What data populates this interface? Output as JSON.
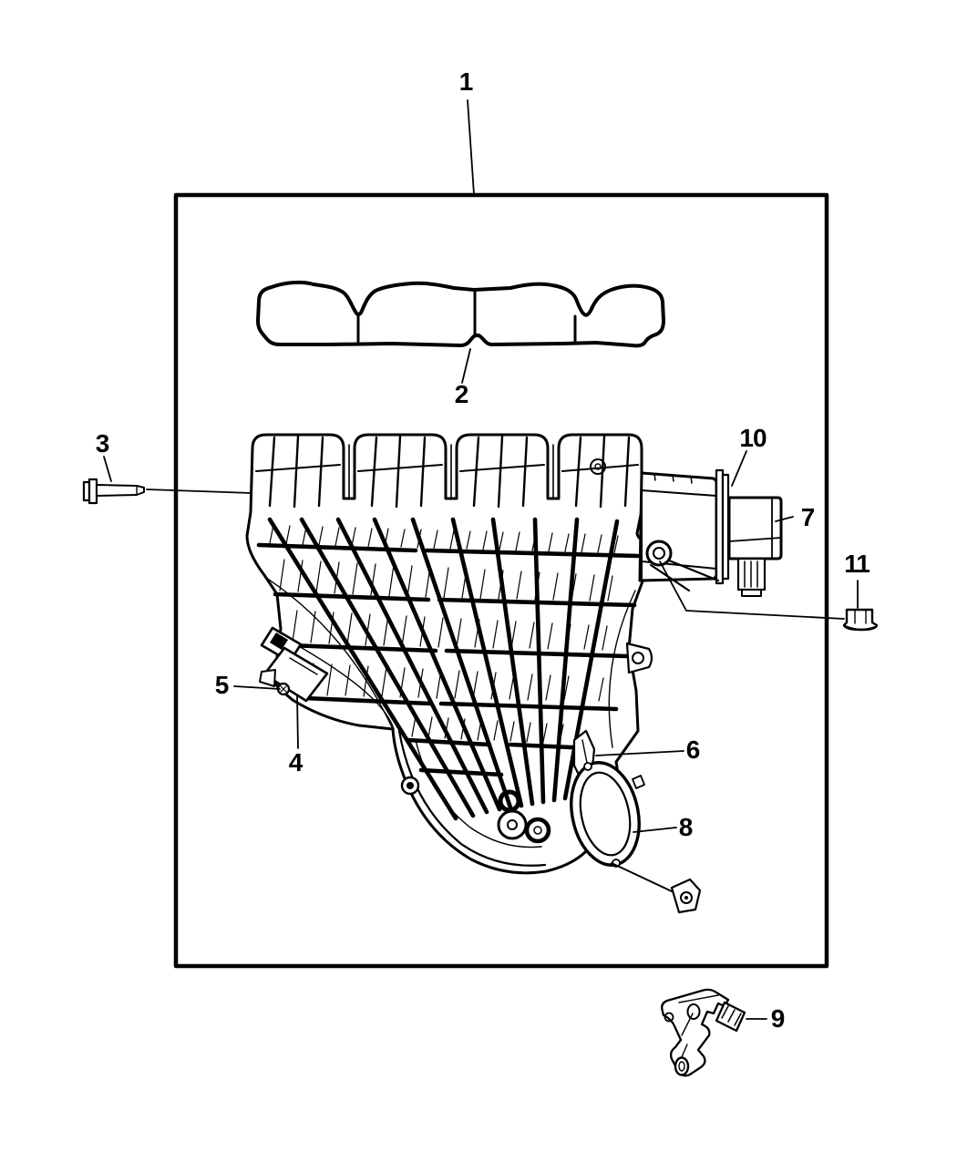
{
  "figure": {
    "colors": {
      "background": "#ffffff",
      "line": "#000000"
    },
    "callouts": {
      "1": "1",
      "2": "2",
      "3": "3",
      "4": "4",
      "5": "5",
      "6": "6",
      "7": "7",
      "8": "8",
      "9": "9",
      "10": "10",
      "11": "11"
    }
  }
}
